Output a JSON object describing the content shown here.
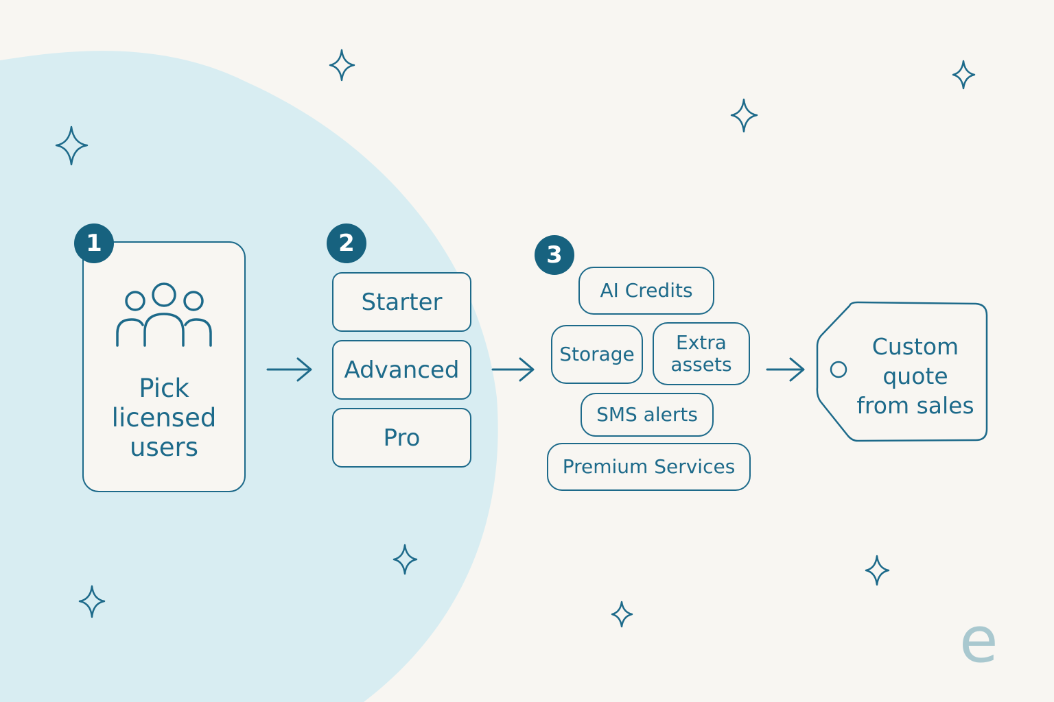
{
  "steps": [
    {
      "number": "1",
      "label": "Pick licensed users"
    },
    {
      "number": "2",
      "label": ""
    },
    {
      "number": "3",
      "label": ""
    }
  ],
  "tiers": [
    "Starter",
    "Advanced",
    "Pro"
  ],
  "addons": {
    "ai_credits": "AI Credits",
    "storage": "Storage",
    "extra_assets": "Extra assets",
    "sms_alerts": "SMS alerts",
    "premium_services": "Premium Services"
  },
  "result": "Custom quote from sales",
  "logo": "e",
  "icons": [
    "users-group-icon",
    "arrow-right-icon",
    "sparkle-icon",
    "price-tag-icon"
  ],
  "colors": {
    "primary": "#1d6a8a",
    "badge": "#17627f",
    "background": "#f8f6f2",
    "blob": "#d8edf2",
    "logo": "#a9c8cf"
  }
}
